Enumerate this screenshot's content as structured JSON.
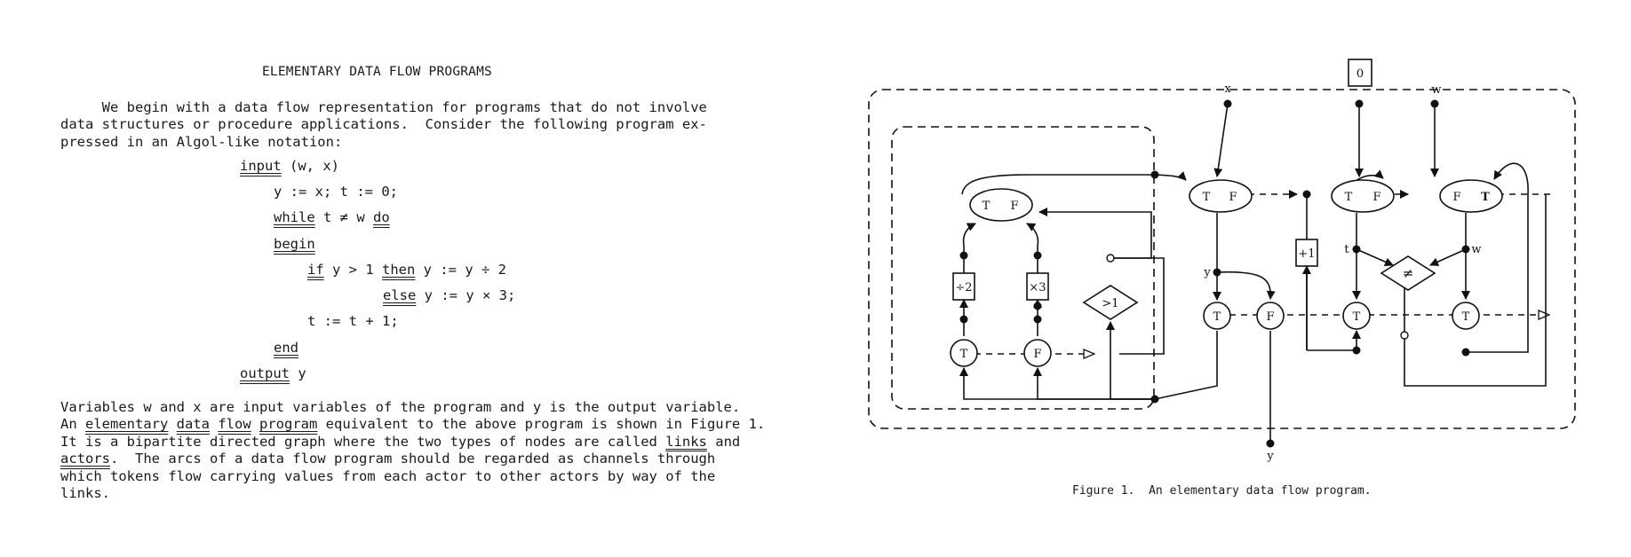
{
  "section_title": "ELEMENTARY DATA FLOW PROGRAMS",
  "intro_lines": [
    "     We begin with a data flow representation for programs that do not involve",
    "data structures or procedure applications.  Consider the following program ex-",
    "pressed in an Algol-like notation:"
  ],
  "program": {
    "input_kw": "input",
    "input_args": " (w, x)",
    "assign": "y := x; t := 0;",
    "while_kw": "while",
    "while_cond": " t ≠ w ",
    "do_kw": "do",
    "begin_kw": "begin",
    "if_kw": "if",
    "if_cond": " y > 1 ",
    "then_kw": "then",
    "then_stmt": " y := y ÷ 2",
    "else_kw": "else",
    "else_stmt": " y := y × 3;",
    "incr": "t := t + 1;",
    "end_kw": "end",
    "output_kw": "output",
    "output_args": " y"
  },
  "body": {
    "l1": "Variables w and x are input variables of the program and y is the output variable.",
    "l2_a": "An ",
    "l2_u1": "elementary",
    "l2_u2": "data",
    "l2_u3": "flow",
    "l2_u4": "program",
    "l2_b": " equivalent to the above program is shown in Figure 1.",
    "l3_a": "It is a bipartite directed graph where the two types of nodes are called ",
    "l3_u": "links",
    "l3_b": " and",
    "l4_u": "actors",
    "l4_b": ".  The arcs of a data flow program should be regarded as channels through",
    "l5": "which tokens flow carrying values from each actor to other actors by way of the",
    "l6": "links."
  },
  "figure": {
    "labels": {
      "x": "x",
      "w": "w",
      "zero": "0",
      "y_mid": "y",
      "y_out": "y",
      "t": "t",
      "w2": "w",
      "T": "T",
      "F": "F",
      "div2": "÷2",
      "mul3": "×3",
      "plus1": "+1",
      "gt1": ">1",
      "neq": "≠"
    },
    "caption": "Figure 1.  An elementary data flow program."
  }
}
